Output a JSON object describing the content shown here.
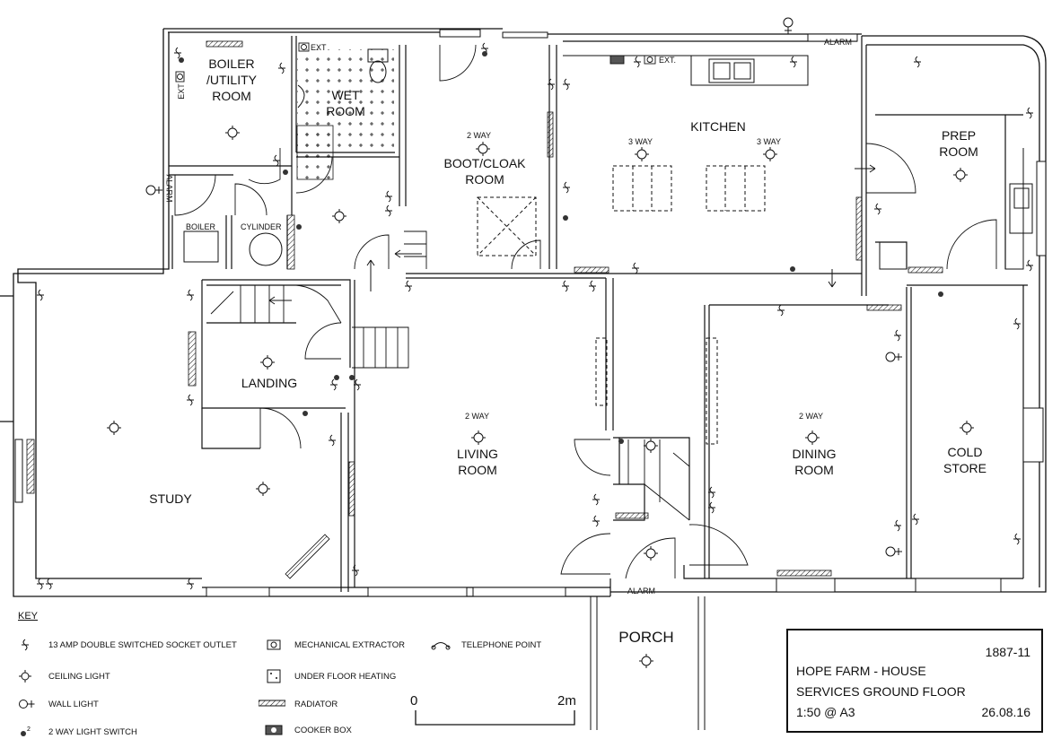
{
  "rooms": {
    "boiler_utility": "BOILER\n/UTILITY\nROOM",
    "wet_room": "WET\nROOM",
    "boot_cloak": "BOOT/CLOAK\nROOM",
    "kitchen": "KITCHEN",
    "prep_room": "PREP\nROOM",
    "landing": "LANDING",
    "study": "STUDY",
    "living_room": "LIVING\nROOM",
    "dining_room": "DINING\nROOM",
    "cold_store": "COLD\nSTORE",
    "porch": "PORCH"
  },
  "notes": {
    "ext": "EXT",
    "alarm": "ALARM",
    "boiler": "BOILER",
    "cylinder": "CYLINDER",
    "two_way": "2 WAY",
    "three_way": "3 WAY",
    "ext_dot": "EXT."
  },
  "key": {
    "title": "KEY",
    "items": [
      {
        "icon": "socket-outlet-icon",
        "label": "13 AMP DOUBLE SWITCHED SOCKET OUTLET"
      },
      {
        "icon": "ceiling-light-icon",
        "label": "CEILING LIGHT"
      },
      {
        "icon": "wall-light-icon",
        "label": "WALL LIGHT"
      },
      {
        "icon": "light-switch-icon",
        "label": "2 WAY LIGHT SWITCH"
      },
      {
        "icon": "extractor-icon",
        "label": "MECHANICAL EXTRACTOR"
      },
      {
        "icon": "underfloor-heating-icon",
        "label": "UNDER FLOOR HEATING"
      },
      {
        "icon": "radiator-icon",
        "label": "RADIATOR"
      },
      {
        "icon": "cooker-box-icon",
        "label": "COOKER BOX"
      },
      {
        "icon": "telephone-point-icon",
        "label": "TELEPHONE POINT"
      }
    ]
  },
  "scale_bar": {
    "start": "0",
    "end": "2m"
  },
  "title_block": {
    "drawing_no": "1887-11",
    "line1": "HOPE FARM - HOUSE",
    "line2": "SERVICES GROUND FLOOR",
    "scale": "1:50 @ A3",
    "date": "26.08.16"
  }
}
